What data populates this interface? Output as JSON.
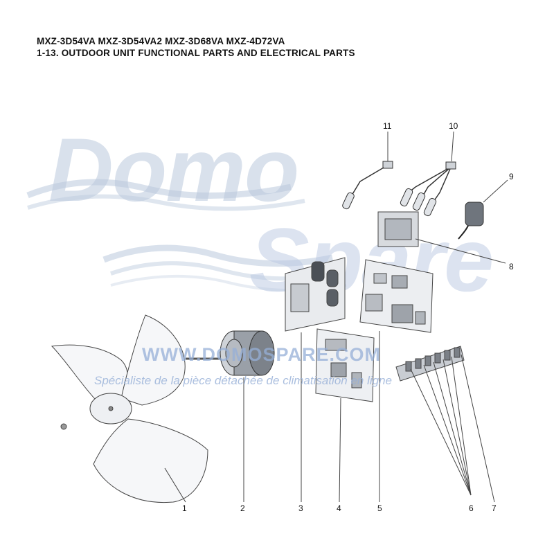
{
  "header": {
    "models": "MXZ-3D54VA  MXZ-3D54VA2  MXZ-3D68VA  MXZ-4D72VA",
    "section": "1-13. OUTDOOR UNIT FUNCTIONAL PARTS AND ELECTRICAL PARTS"
  },
  "watermark": {
    "brand_top": "Domo",
    "brand_bottom": "Spare",
    "url": "WWW.DOMOSPARE.COM",
    "tagline": "Spécialiste de la pièce détachée de climatisation en ligne",
    "color": "#b9c8dc"
  },
  "callouts": {
    "c1": "1",
    "c2": "2",
    "c3": "3",
    "c4": "4",
    "c5": "5",
    "c6": "6",
    "c7": "7",
    "c8": "8",
    "c9": "9",
    "c10": "10",
    "c11": "11"
  }
}
